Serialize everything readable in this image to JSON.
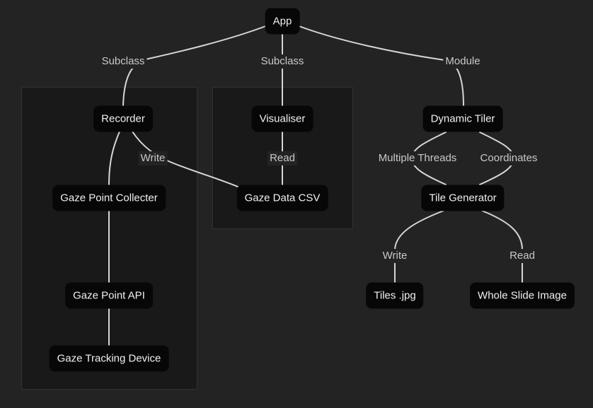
{
  "diagram": {
    "type": "flowchart",
    "nodes": {
      "app": "App",
      "recorder": "Recorder",
      "gaze_point_collecter": "Gaze Point Collecter",
      "gaze_point_api": "Gaze Point API",
      "gaze_tracking_device": "Gaze Tracking Device",
      "visualiser": "Visualiser",
      "gaze_data_csv": "Gaze Data CSV",
      "dynamic_tiler": "Dynamic Tiler",
      "tile_generator": "Tile Generator",
      "tiles_jpg": "Tiles .jpg",
      "whole_slide_image": "Whole Slide Image"
    },
    "edge_labels": {
      "subclass_left": "Subclass",
      "subclass_mid": "Subclass",
      "module": "Module",
      "write_left": "Write",
      "read_mid": "Read",
      "multiple_threads": "Multiple Threads",
      "coordinates": "Coordinates",
      "write_right": "Write",
      "read_right": "Read"
    },
    "edges": [
      {
        "from": "App",
        "to": "Recorder",
        "label": "Subclass"
      },
      {
        "from": "App",
        "to": "Visualiser",
        "label": "Subclass"
      },
      {
        "from": "App",
        "to": "Dynamic Tiler",
        "label": "Module"
      },
      {
        "from": "Recorder",
        "to": "Gaze Point Collecter",
        "label": ""
      },
      {
        "from": "Recorder",
        "to": "Gaze Data CSV",
        "label": "Write"
      },
      {
        "from": "Gaze Point Collecter",
        "to": "Gaze Point API",
        "label": ""
      },
      {
        "from": "Gaze Point API",
        "to": "Gaze Tracking Device",
        "label": ""
      },
      {
        "from": "Visualiser",
        "to": "Gaze Data CSV",
        "label": "Read"
      },
      {
        "from": "Dynamic Tiler",
        "to": "Tile Generator",
        "label": "Multiple Threads"
      },
      {
        "from": "Dynamic Tiler",
        "to": "Tile Generator",
        "label": "Coordinates"
      },
      {
        "from": "Tile Generator",
        "to": "Tiles .jpg",
        "label": "Write"
      },
      {
        "from": "Tile Generator",
        "to": "Whole Slide Image",
        "label": "Read"
      }
    ],
    "colors": {
      "background": "#232323",
      "container_fill": "#191919",
      "container_border": "#313131",
      "node_fill": "#070707",
      "node_text": "#f0f0f0",
      "label_text": "#c9c9c9",
      "edge": "#d6d6d6"
    }
  }
}
